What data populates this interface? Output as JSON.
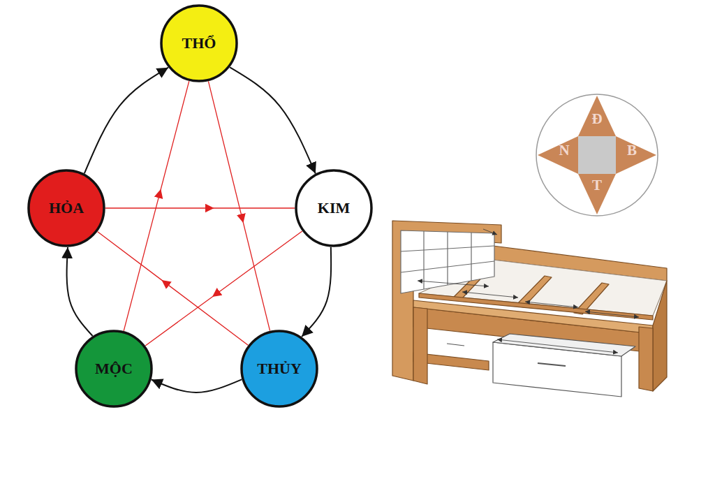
{
  "diagram": {
    "nodes": [
      {
        "text": [
          "THỔ"
        ]
      },
      {
        "text": [
          "HỎA"
        ]
      },
      {
        "text": [
          "KIM"
        ]
      },
      {
        "text": [
          "MỘC"
        ]
      },
      {
        "text": [
          "THỦY"
        ]
      }
    ],
    "edges": [
      {
        "from": 0,
        "to": 2,
        "arrow": "to"
      },
      {
        "from": 2,
        "to": 4,
        "arrow": "to"
      },
      {
        "from": 4,
        "to": 3,
        "arrow": "to"
      },
      {
        "from": 3,
        "to": 1,
        "arrow": "to"
      },
      {
        "from": 1,
        "to": 0,
        "arrow": "to"
      },
      {
        "from": 1,
        "to": 2,
        "arrow": "to"
      },
      {
        "from": 2,
        "to": 3,
        "arrow": "to"
      },
      {
        "from": 3,
        "to": 0,
        "arrow": "to"
      },
      {
        "from": 0,
        "to": 4,
        "arrow": "to"
      },
      {
        "from": 4,
        "to": 1,
        "arrow": "to"
      }
    ],
    "labels": [
      "Đ",
      "N",
      "B",
      "T"
    ]
  }
}
